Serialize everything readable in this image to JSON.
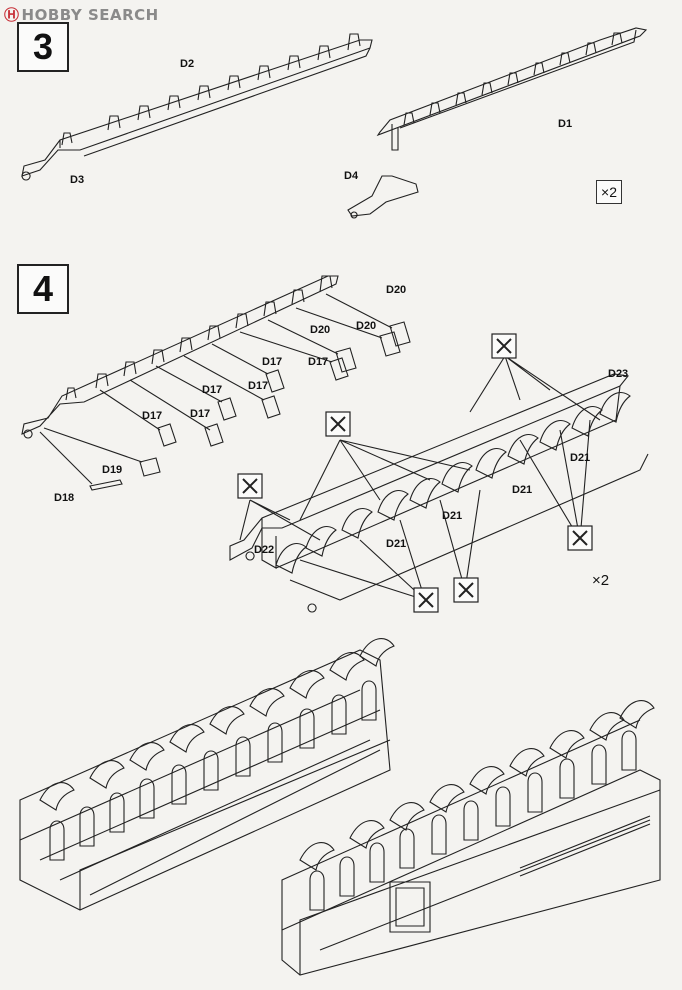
{
  "watermark": {
    "brand": "HOBBY SEARCH",
    "logo_icon": "hobby-search-logo-icon"
  },
  "steps": [
    {
      "number": "3"
    },
    {
      "number": "4"
    }
  ],
  "step3": {
    "labels": {
      "d1": "D1",
      "d2": "D2",
      "d3": "D3",
      "d4": "D4"
    },
    "multiplier": "×2"
  },
  "step4": {
    "labels": {
      "d17": "D17",
      "d18": "D18",
      "d19": "D19",
      "d20": "D20",
      "d21": "D21",
      "d22": "D22",
      "d23": "D23"
    },
    "multiplier": "×2",
    "cement_icon": "no-cement-icon"
  }
}
